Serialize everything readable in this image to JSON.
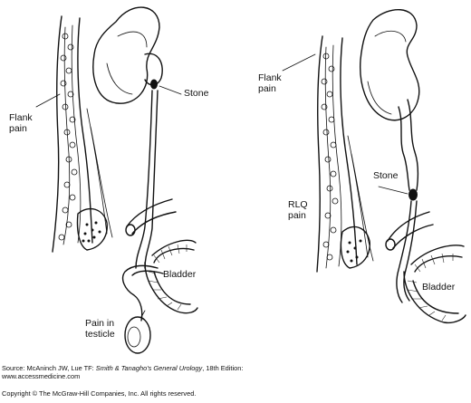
{
  "labels": {
    "left_flank_pain": "Flank\npain",
    "left_stone": "Stone",
    "left_bladder": "Bladder",
    "left_testicle_pain": "Pain in\ntesticle",
    "right_flank_pain": "Flank\npain",
    "right_stone": "Stone",
    "right_rlq_pain": "RLQ\npain",
    "right_bladder": "Bladder"
  },
  "footer": {
    "source_prefix": "Source: McAninch JW, Lue TF: ",
    "source_title": "Smith & Tanagho's General Urology",
    "source_suffix": ", 18th Edition:",
    "source_url": "www.accessmedicine.com",
    "copyright": "Copyright © The McGraw-Hill Companies, Inc. All rights reserved."
  },
  "colors": {
    "ink": "#111111",
    "background": "#ffffff"
  }
}
